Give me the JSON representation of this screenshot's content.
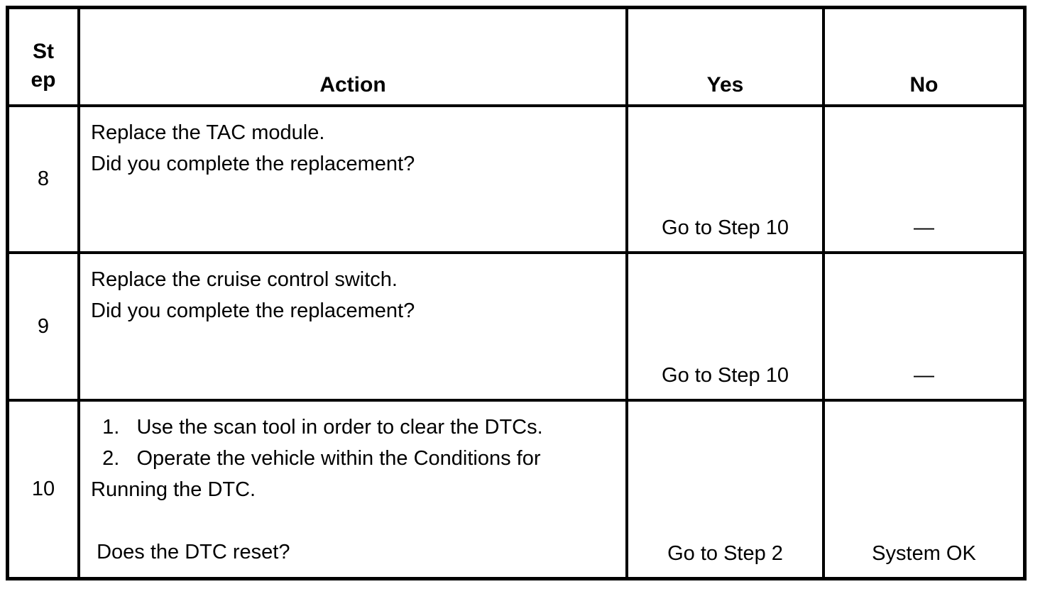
{
  "table": {
    "headers": {
      "step": "St\nep",
      "action": "Action",
      "yes": "Yes",
      "no": "No"
    },
    "rows": [
      {
        "step": "8",
        "action": "Replace the TAC module.\nDid you complete the replacement?",
        "yes": "Go to Step 10",
        "no": "—"
      },
      {
        "step": "9",
        "action": "Replace the cruise control switch.\nDid you complete the replacement?",
        "yes": "Go to Step 10",
        "no": "—"
      },
      {
        "step": "10",
        "action": "  1.   Use the scan tool in order to clear the DTCs.\n  2.   Operate the vehicle within the Conditions for\nRunning the DTC.\n\n Does the DTC reset?",
        "yes": "Go to Step 2",
        "no": "System OK"
      }
    ]
  },
  "colors": {
    "background": "#ffffff",
    "border": "#000000",
    "text": "#000000"
  }
}
